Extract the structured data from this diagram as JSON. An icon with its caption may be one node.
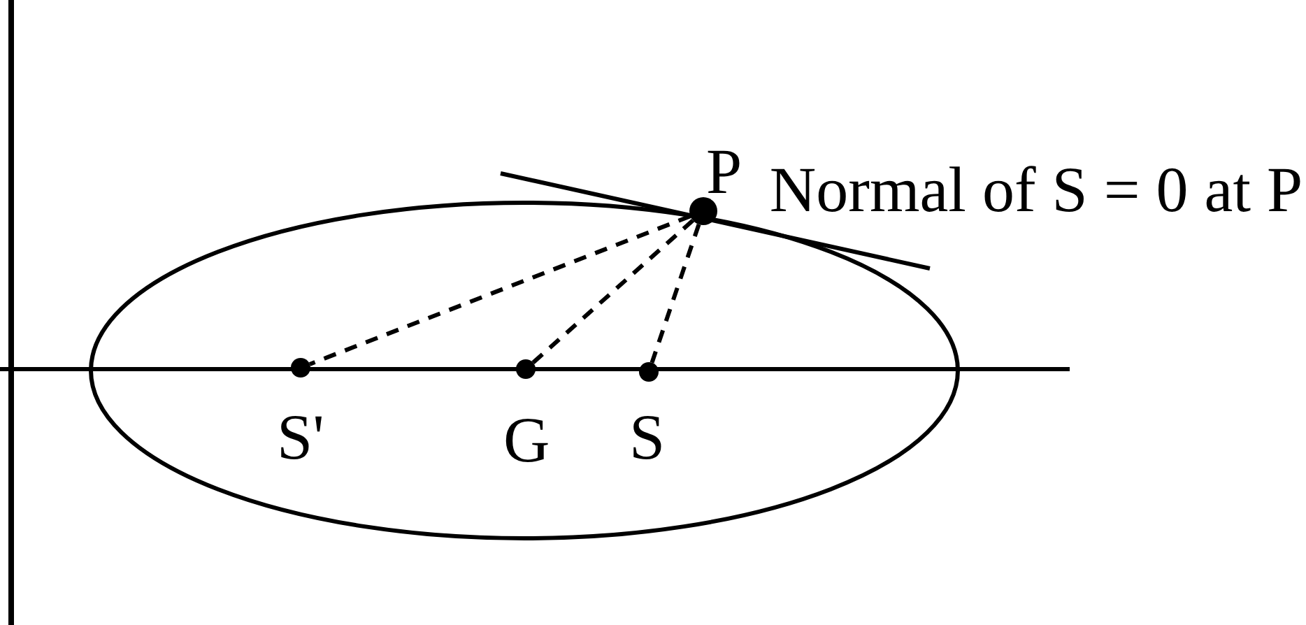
{
  "diagram": {
    "nodes": [
      {
        "text": [],
        "shape": "circle",
        "beside": [
          "P"
        ]
      },
      {
        "text": [],
        "shape": "circle",
        "beside": [
          "S'"
        ]
      },
      {
        "text": [],
        "shape": "circle",
        "beside": [
          "G"
        ]
      },
      {
        "text": [],
        "shape": "circle",
        "beside": [
          "S"
        ]
      }
    ],
    "edges": [
      {
        "from": 0,
        "to": 1,
        "arrow": "none",
        "style": "dashed"
      },
      {
        "from": 0,
        "to": 2,
        "arrow": "none",
        "style": "dashed"
      },
      {
        "from": 0,
        "to": 3,
        "arrow": "none",
        "style": "dashed"
      }
    ],
    "labels": [
      "Normal of S = 0 at P"
    ]
  }
}
